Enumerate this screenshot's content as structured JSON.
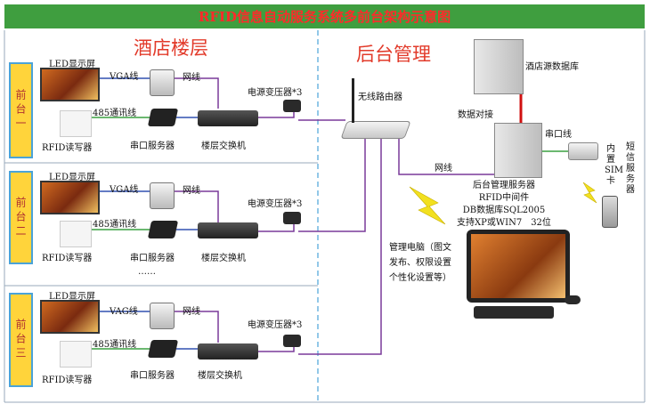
{
  "title": "RFID信息自动服务系统多前台架构示意图",
  "sections": {
    "left": "酒店楼层",
    "right": "后台管理"
  },
  "floors": [
    {
      "side": "前台一",
      "led": "LED显示屏",
      "vga": "VGA线",
      "net": "网线",
      "power": "电源变压器*3",
      "rs485": "485通讯线",
      "rfid": "RFID读写器",
      "serial": "串口服务器",
      "switch": "楼层交换机"
    },
    {
      "side": "前台二",
      "led": "LED显示屏",
      "vga": "VGA线",
      "net": "网线",
      "power": "电源变压器*3",
      "rs485": "485通讯线",
      "rfid": "RFID读写器",
      "serial": "串口服务器",
      "switch": "楼层交换机"
    },
    {
      "side": "前台三",
      "led": "LED显示屏",
      "vga": "VAG线",
      "net": "网线",
      "power": "电源变压器*3",
      "rs485": "485通讯线",
      "rfid": "RFID读写器",
      "serial": "串口服务器",
      "switch": "楼层交换机"
    }
  ],
  "ellipsis": "……",
  "backend": {
    "router": "无线路由器",
    "hotel_db": "酒店源数据库",
    "data_link": "数据对接",
    "serial_line": "串口线",
    "net": "网线",
    "sms_sim": "内置SIM卡",
    "sms_server": "短信服务器",
    "server_lines": [
      "后台管理服务器",
      "RFID中间件",
      "DB数据库SQL2005",
      "支持XP或WIN7　32位"
    ],
    "pc_lines": [
      "管理电脑（图文",
      "发布、权限设置",
      "个性化设置等）"
    ]
  },
  "colors": {
    "title_bg": "#3f9e3f",
    "title_text": "#ff2a2a",
    "section": "#e23a2a",
    "side_bg": "#ffd43b",
    "side_border": "#4aa3d8",
    "line_purple": "#7a3a9a",
    "line_green": "#3aa040",
    "line_blue": "#3050b0",
    "line_red": "#d01010"
  }
}
